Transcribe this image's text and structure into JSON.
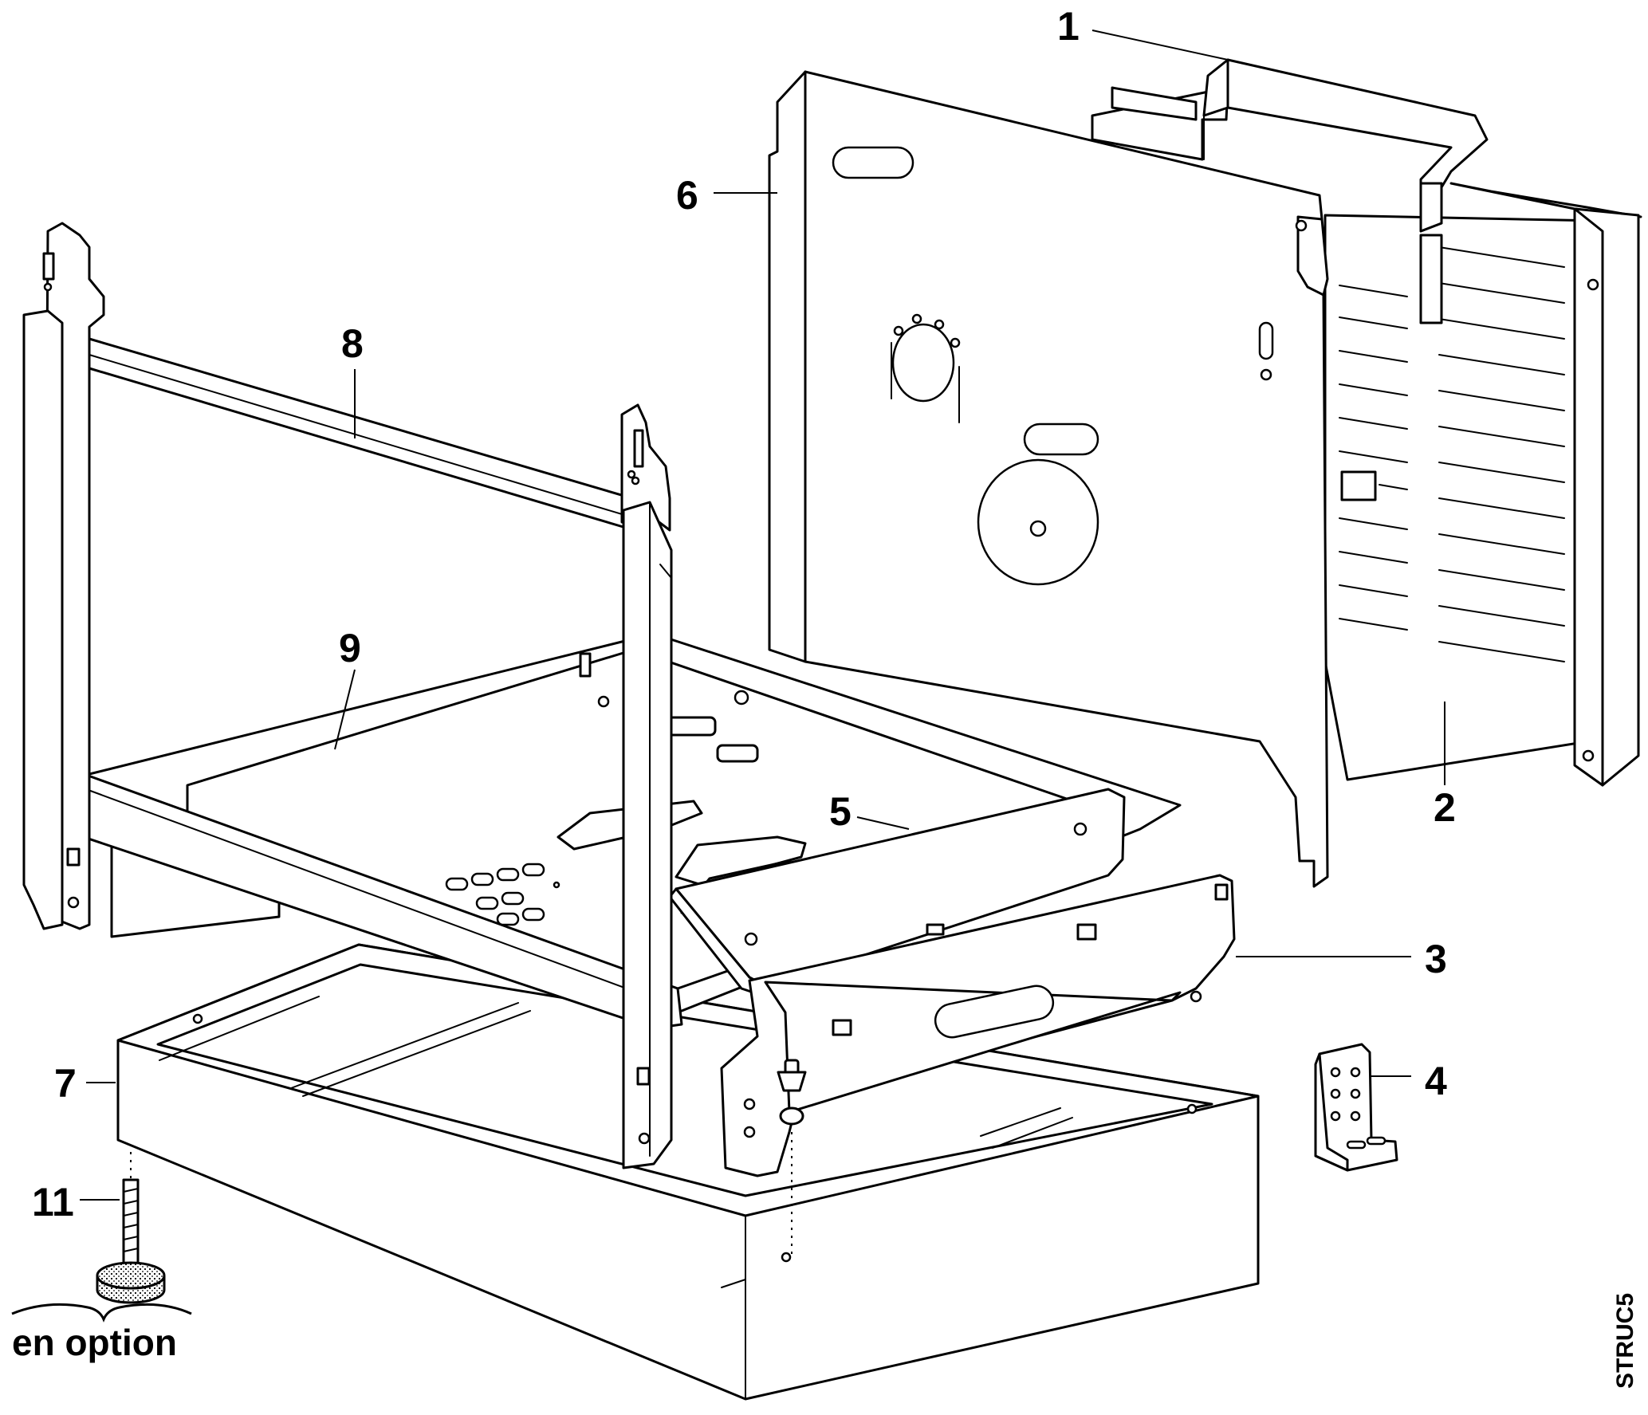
{
  "diagram": {
    "callouts": [
      {
        "id": "1",
        "label": "1"
      },
      {
        "id": "2",
        "label": "2"
      },
      {
        "id": "3",
        "label": "3"
      },
      {
        "id": "4",
        "label": "4"
      },
      {
        "id": "5",
        "label": "5"
      },
      {
        "id": "6",
        "label": "6"
      },
      {
        "id": "7",
        "label": "7"
      },
      {
        "id": "8",
        "label": "8"
      },
      {
        "id": "9",
        "label": "9"
      },
      {
        "id": "11",
        "label": "11"
      }
    ],
    "option_note": "en option",
    "reference_code": "STRUC5",
    "colors": {
      "ink": "#000000",
      "paper": "#ffffff",
      "felt": "#9a9a9a"
    }
  }
}
